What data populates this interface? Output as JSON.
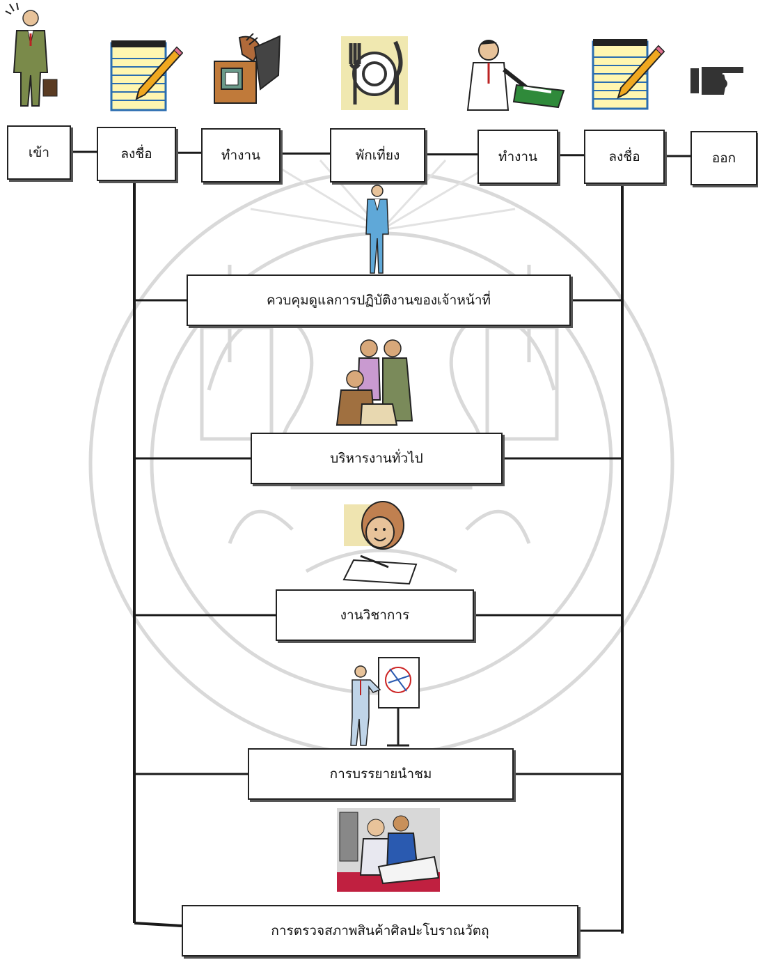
{
  "top_steps": [
    {
      "label": "เข้า",
      "icon": "businessman-icon"
    },
    {
      "label": "ลงชื่อ",
      "icon": "notepad-pencil-icon"
    },
    {
      "label": "ทำงาน",
      "icon": "desk-worker-icon"
    },
    {
      "label": "พักเที่ยง",
      "icon": "plate-cutlery-icon"
    },
    {
      "label": "ทำงาน",
      "icon": "writing-man-icon"
    },
    {
      "label": "ลงชื่อ",
      "icon": "notepad-pencil-icon"
    },
    {
      "label": "ออก",
      "icon": "pointing-hand-icon"
    }
  ],
  "duties": [
    {
      "label": "ควบคุมดูแลการปฏิบัติงานของเจ้าหน้าที่",
      "icon": "supervisor-icon"
    },
    {
      "label": "บริหารงานทั่วไป",
      "icon": "meeting-icon"
    },
    {
      "label": "งานวิชาการ",
      "icon": "academic-worker-icon"
    },
    {
      "label": "การบรรยายนำชม",
      "icon": "presenter-icon"
    },
    {
      "label": "การตรวจสภาพสินค้าศิลปะโบราณวัตถุ",
      "icon": "inspection-icon"
    }
  ],
  "colors": {
    "line": "#1a1a1a",
    "box_border": "#222222",
    "watermark": "#d6d6d6"
  }
}
